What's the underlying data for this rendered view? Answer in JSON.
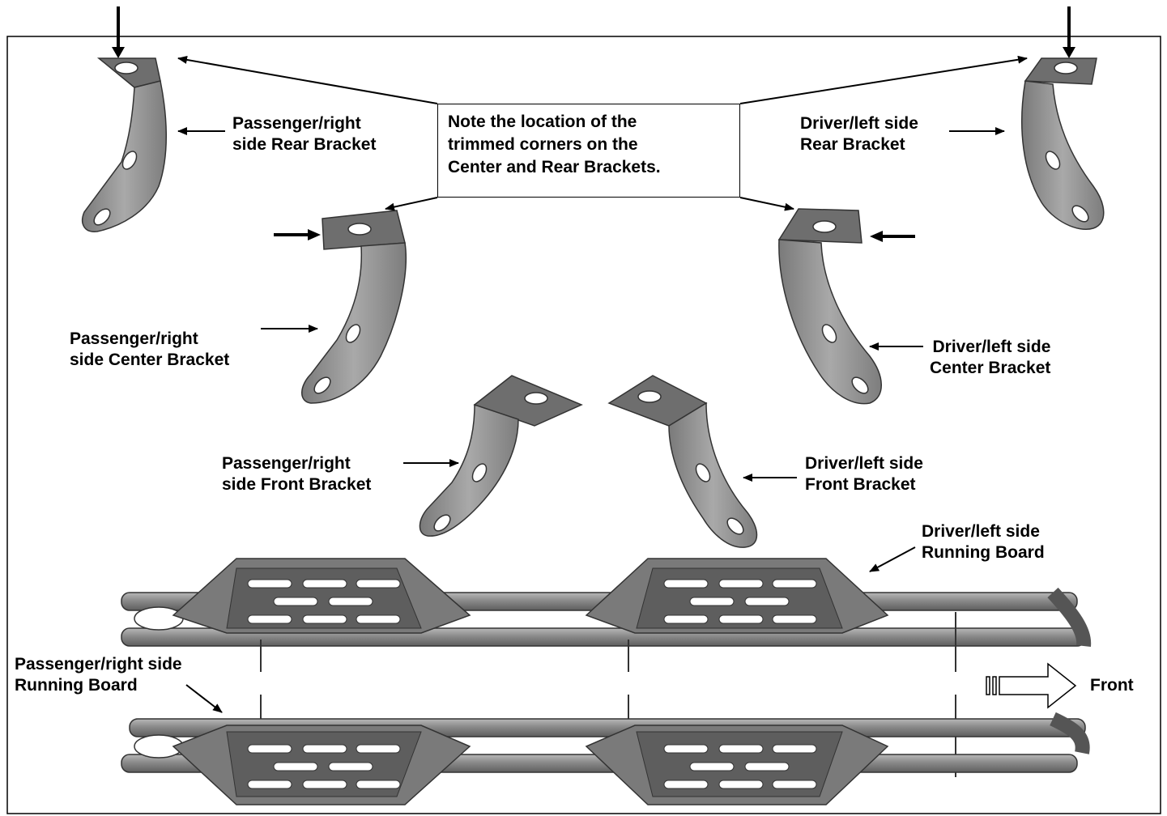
{
  "note": {
    "lines": [
      "Note the location of the",
      "trimmed corners on the",
      "Center and Rear Brackets."
    ]
  },
  "labels": {
    "passenger_rear": [
      "Passenger/right",
      "side Rear Bracket"
    ],
    "driver_rear": [
      "Driver/left side",
      "Rear Bracket"
    ],
    "passenger_center": [
      "Passenger/right",
      "side Center Bracket"
    ],
    "driver_center": [
      "Driver/left side",
      "Center Bracket"
    ],
    "passenger_front": [
      "Passenger/right",
      "side Front Bracket"
    ],
    "driver_front": [
      "Driver/left side",
      "Front Bracket"
    ],
    "driver_board": [
      "Driver/left side",
      "Running Board"
    ],
    "passenger_board": [
      "Passenger/right side",
      "Running Board"
    ],
    "front": "Front"
  },
  "colors": {
    "metal": "#8f8f8f",
    "metal_dark": "#5e5e5e",
    "metal_light": "#b4b4b4",
    "outline": "#3a3a3a",
    "ink": "#000000"
  }
}
